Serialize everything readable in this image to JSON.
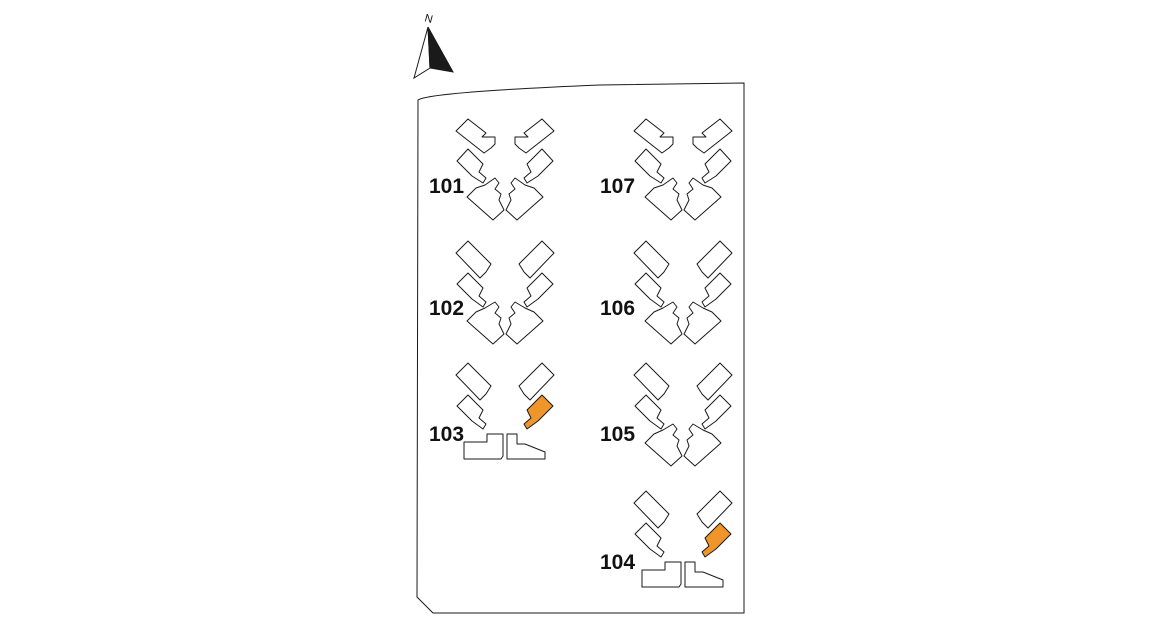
{
  "map": {
    "compass": {
      "label": "N"
    },
    "buildings": [
      {
        "id": "101",
        "label": "101",
        "highlighted": []
      },
      {
        "id": "102",
        "label": "102",
        "highlighted": []
      },
      {
        "id": "103",
        "label": "103",
        "highlighted": [
          "R2"
        ]
      },
      {
        "id": "104",
        "label": "104",
        "highlighted": [
          "R2"
        ]
      },
      {
        "id": "105",
        "label": "105",
        "highlighted": []
      },
      {
        "id": "106",
        "label": "106",
        "highlighted": []
      },
      {
        "id": "107",
        "label": "107",
        "highlighted": []
      }
    ],
    "colors": {
      "highlight": "#f0952a",
      "outline": "#1a1a1a",
      "background": "#ffffff"
    }
  }
}
